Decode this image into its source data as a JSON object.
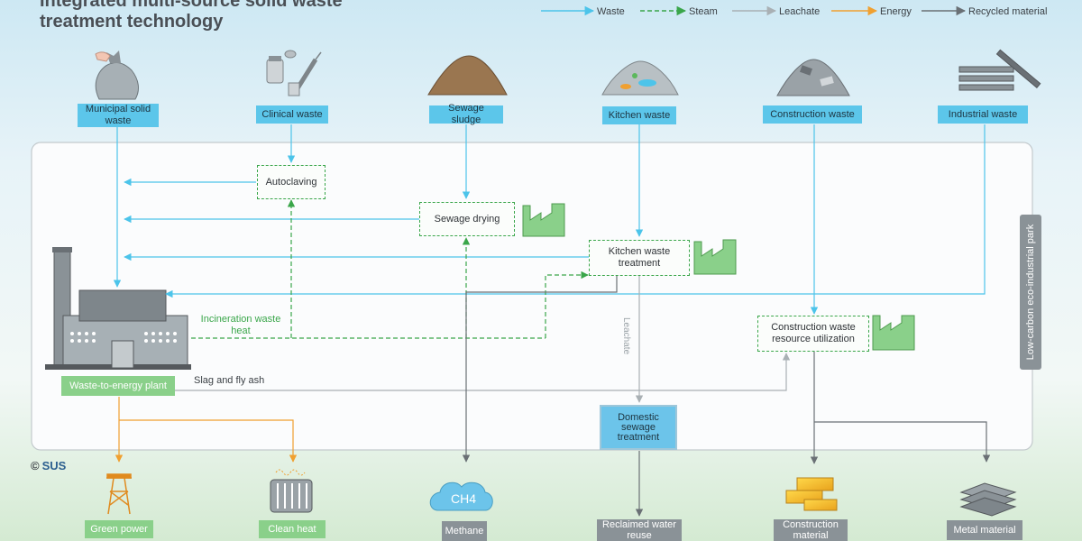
{
  "title": "Integrated multi-source solid waste treatment technology",
  "legend": [
    {
      "label": "Waste",
      "color": "#4cc4ea",
      "style": "solid"
    },
    {
      "label": "Steam",
      "color": "#3aa64a",
      "style": "dashed"
    },
    {
      "label": "Leachate",
      "color": "#a9b0b4",
      "style": "solid"
    },
    {
      "label": "Energy",
      "color": "#f0a030",
      "style": "solid"
    },
    {
      "label": "Recycled material",
      "color": "#6a7075",
      "style": "solid"
    }
  ],
  "waste_sources": [
    "Municipal solid waste",
    "Clinical waste",
    "Sewage sludge",
    "Kitchen waste",
    "Construction waste",
    "Industrial waste"
  ],
  "processes": {
    "autoclaving": "Autoclaving",
    "sewage_drying": "Sewage drying",
    "kitchen_treatment": "Kitchen waste treatment",
    "construction_resource": "Construction waste resource utilization",
    "domestic_sewage": "Domestic sewage treatment"
  },
  "plant_label": "Waste-to-energy plant",
  "incineration_heat": "Incineration waste heat",
  "slag_label": "Slag and fly ash",
  "leachate_label": "Leachate",
  "park_label": "Low-carbon eco-industrial park",
  "outputs": [
    "Green power",
    "Clean heat",
    "Methane",
    "Reclaimed water reuse",
    "Construction material",
    "Metal material"
  ],
  "methane_formula": "CH4",
  "logo": {
    "copyright": "©",
    "brand": "SUS"
  },
  "colors": {
    "source_box": "#5cc6ea",
    "output_energy": "#8ad08a",
    "output_material": "#8a9297",
    "waste": "#4cc4ea",
    "steam": "#3aa64a",
    "leachate": "#a9b0b4",
    "energy": "#f0a030",
    "recycled": "#6a7075"
  }
}
